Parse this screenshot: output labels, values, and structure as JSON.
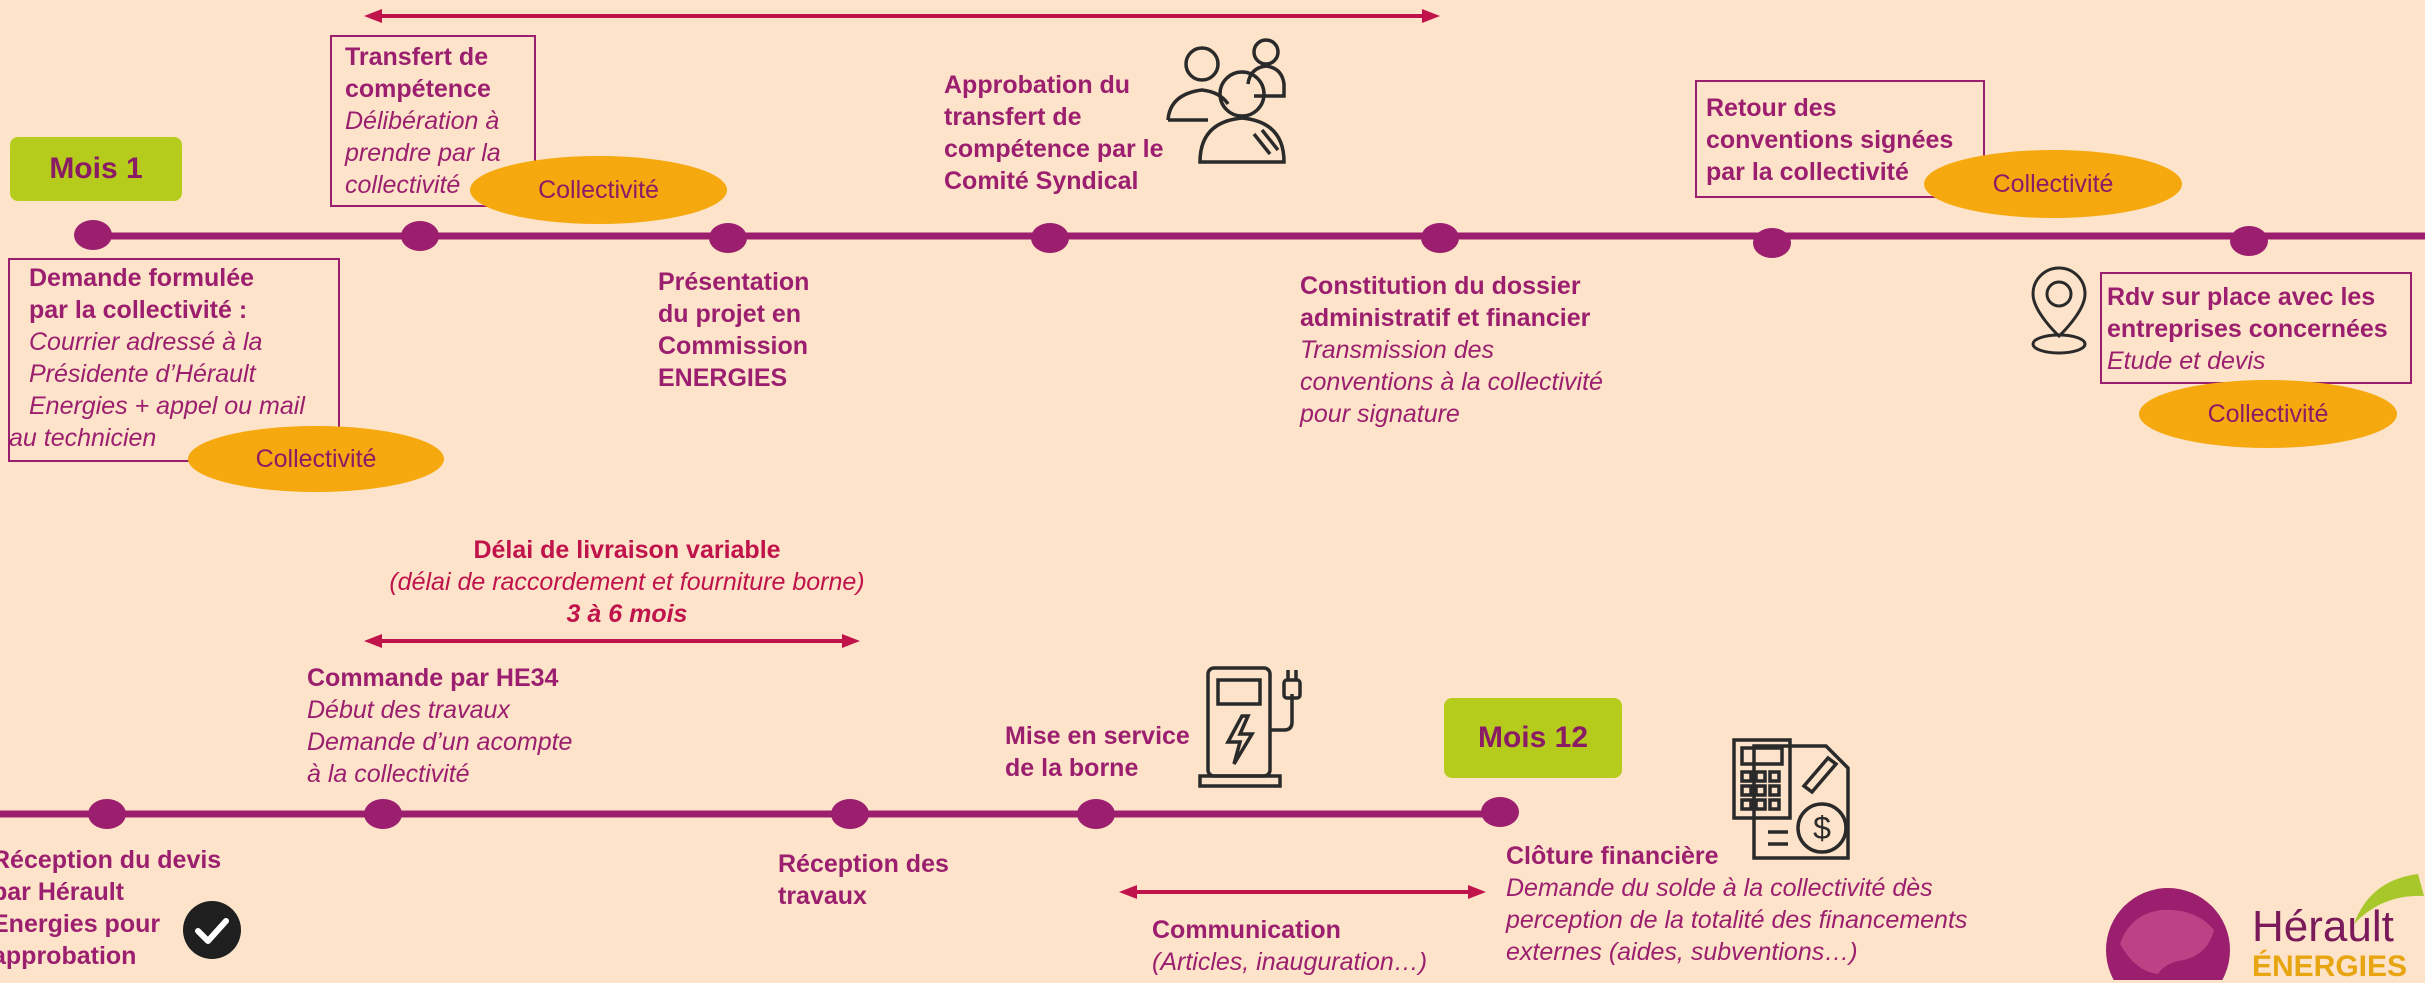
{
  "colors": {
    "background": "#fde3c9",
    "timeline": "#9b1f6e",
    "arrow": "#c0134c",
    "pill": "#f5a90f",
    "month": "#b5cc1c"
  },
  "months": {
    "start": "Mois 1",
    "end": "Mois 12"
  },
  "pill_label": "Collectivité",
  "top_steps": {
    "demande": {
      "title_1": "Demande formulée",
      "title_2": "par la collectivité :",
      "lines": [
        "Courrier adressé à la",
        "Présidente d’Hérault",
        "Energies + appel ou mail",
        "au technicien"
      ]
    },
    "transfert": {
      "title_1": "Transfert de",
      "title_2": "compétence",
      "lines": [
        "Délibération à",
        "prendre par la",
        "collectivité"
      ]
    },
    "presentation": {
      "lines": [
        "Présentation",
        "du projet en",
        "Commission",
        "ENERGIES"
      ]
    },
    "approbation": {
      "lines": [
        "Approbation du",
        "transfert de",
        "compétence par le",
        "Comité Syndical"
      ]
    },
    "constitution": {
      "title_1": "Constitution du dossier",
      "title_2": "administratif et financier",
      "lines": [
        "Transmission des",
        "conventions à la collectivité",
        "pour signature"
      ]
    },
    "retour": {
      "lines": [
        "Retour des",
        "conventions signées",
        "par la collectivité"
      ]
    },
    "rdv": {
      "title_1": "Rdv sur place avec les",
      "title_2": "entreprises concernées",
      "sub": "Etude et devis"
    }
  },
  "delai": {
    "title": "Délai de livraison variable",
    "sub": "(délai de raccordement et fourniture borne)",
    "duration": "3 à 6 mois"
  },
  "bottom_steps": {
    "reception_devis": {
      "lines": [
        "Réception du devis",
        "par Hérault",
        "Energies pour",
        "approbation"
      ]
    },
    "commande": {
      "title": "Commande par HE34",
      "lines": [
        "Début des travaux",
        "Demande d’un acompte",
        "à la collectivité"
      ]
    },
    "reception_travaux": {
      "lines": [
        "Réception des",
        "travaux"
      ]
    },
    "mise_en_service": {
      "lines": [
        "Mise en service",
        "de la borne"
      ]
    },
    "cloture": {
      "title": "Clôture financière",
      "lines": [
        "Demande du solde à la collectivité dès",
        "perception de la totalité des financements",
        "externes (aides, subventions…)"
      ]
    },
    "communication": {
      "title": "Communication",
      "sub": "(Articles, inauguration…)"
    }
  },
  "logo": {
    "word_1": "Hérault",
    "word_2": "ÉNERGIES"
  },
  "icons": [
    "people-icon",
    "location-pin-icon",
    "check-circle-icon",
    "charging-station-icon",
    "invoice-calculator-icon"
  ]
}
